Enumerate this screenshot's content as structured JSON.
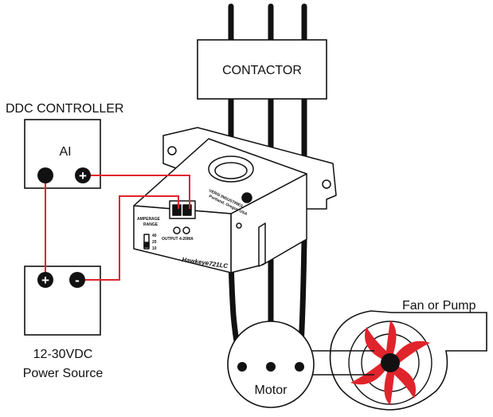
{
  "labels": {
    "contactor": "CONTACTOR",
    "ddc_controller": "DDC CONTROLLER",
    "ai": "AI",
    "power_source_line1": "12-30VDC",
    "power_source_line2": "Power Source",
    "fan_or_pump": "Fan or Pump",
    "motor": "Motor"
  },
  "sensor": {
    "amperage": "AMPERAGE",
    "range": "RANGE",
    "range_40": "40",
    "range_20": "20",
    "range_10": "10",
    "output": "OUTPUT 4-20MA",
    "brand": "Hawkeye",
    "model": "721LC",
    "maker_line1": "VERIS INDUSTRIES",
    "maker_line2": "Portland, Oregon USA"
  },
  "colors": {
    "signal_wire": "#e0242c",
    "power_wire": "#111111",
    "fan_blade": "#e0242c"
  }
}
